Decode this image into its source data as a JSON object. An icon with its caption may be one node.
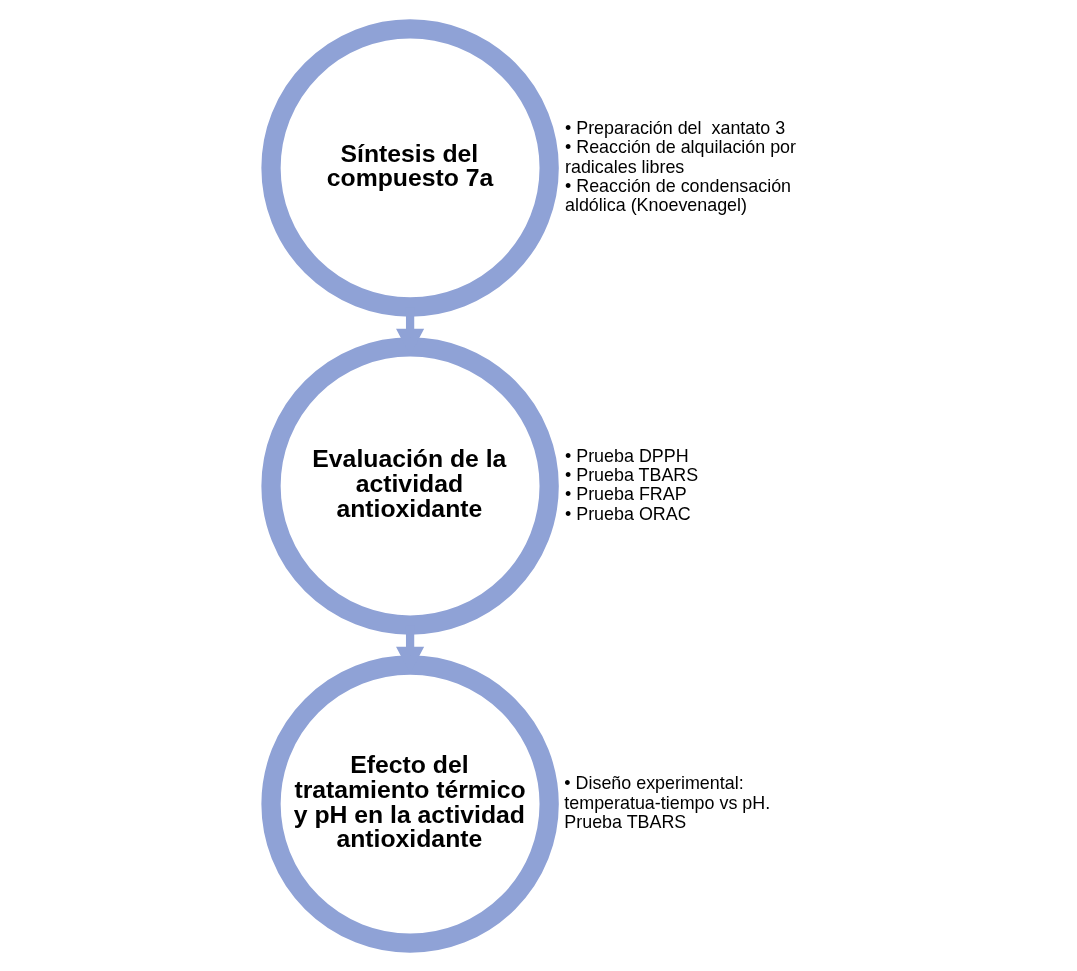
{
  "diagram": {
    "nodes": [
      {
        "text": [
          "Síntesis del compuesto 7a"
        ],
        "beside": [
          "• Preparación del  xantato 3",
          "• Reacción de alquilación por radicales libres",
          "• Reacción de condensación aldólica (Knoevenagel)"
        ]
      },
      {
        "text": [
          "Evaluación de la actividad antioxidante"
        ],
        "beside": [
          "• Prueba DPPH",
          "• Prueba TBARS",
          "• Prueba FRAP",
          "• Prueba ORAC"
        ]
      },
      {
        "text": [
          "Efecto del tratamiento térmico y pH en la actividad antioxidante"
        ],
        "beside": [
          "• Diseño experimental: temperatua-tiempo vs pH. Prueba TBARS"
        ]
      }
    ],
    "edges": [
      {
        "from": 0,
        "to": 1,
        "arrow": "to"
      },
      {
        "from": 1,
        "to": 2,
        "arrow": "to"
      }
    ]
  }
}
